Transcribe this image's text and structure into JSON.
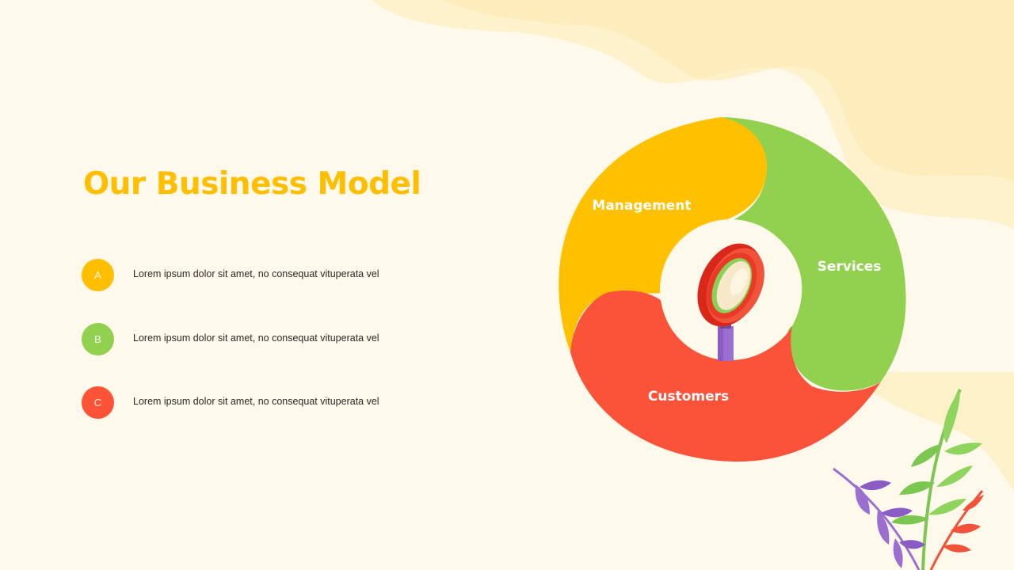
{
  "slide": {
    "title": "Our Business Model",
    "title_color": "#ffbe00"
  },
  "items": [
    {
      "letter": "A",
      "text": "Lorem ipsum dolor sit amet, no consequat vituperata vel",
      "color": "#ffbe00"
    },
    {
      "letter": "B",
      "text": "Lorem ipsum dolor sit amet, no consequat vituperata vel",
      "color": "#92d050"
    },
    {
      "letter": "C",
      "text": "Lorem ipsum dolor sit amet, no consequat vituperata vel",
      "color": "#ff5337"
    }
  ],
  "diagram": {
    "segments": [
      {
        "label": "Management",
        "color": "#ffc000"
      },
      {
        "label": "Services",
        "color": "#92d050"
      },
      {
        "label": "Customers",
        "color": "#fb533a"
      }
    ],
    "center_icon": "magnifying-glass-icon"
  },
  "decoration": {
    "plant_icon": "leaves-icon"
  }
}
